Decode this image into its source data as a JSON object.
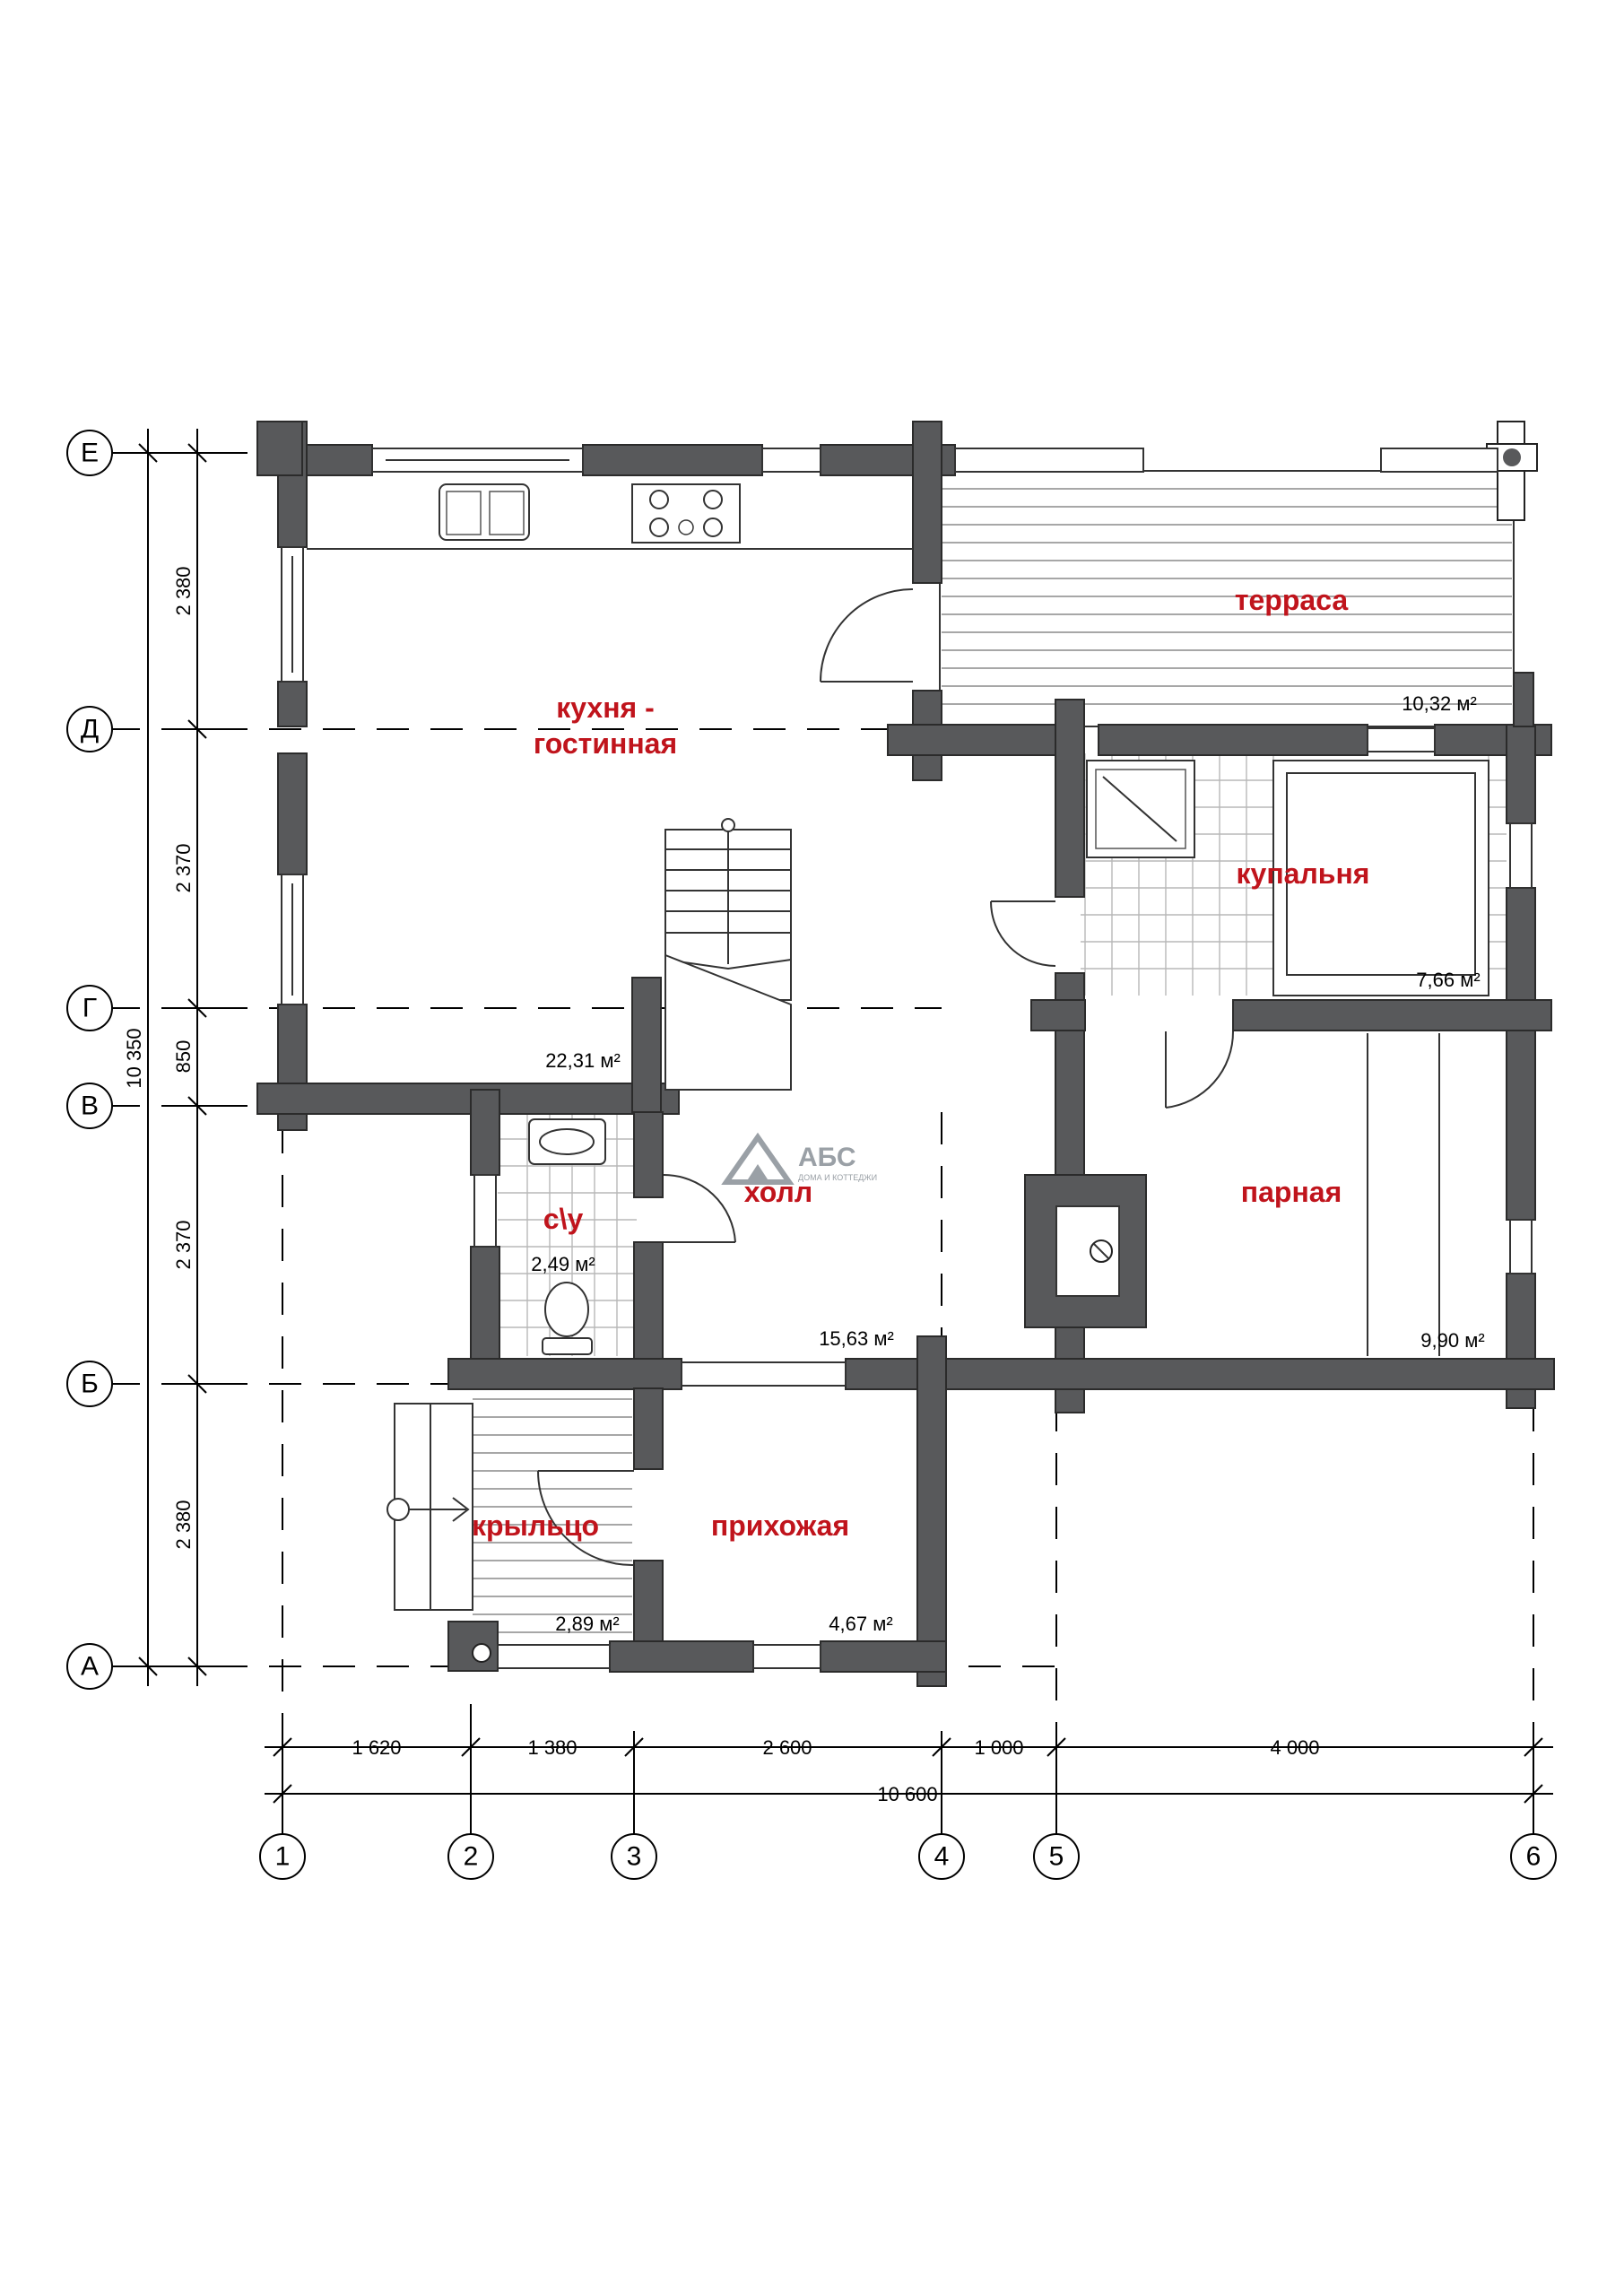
{
  "rooms": {
    "kitchen_line1": "кухня -",
    "kitchen_line2": "гостинная",
    "kitchen_area": "22,31 м²",
    "terrace": "терраса",
    "terrace_area": "10,32 м²",
    "bathing": "купальня",
    "bathing_area": "7,66 м²",
    "steam": "парная",
    "steam_area": "9,90 м²",
    "hall": "холл",
    "hall_area": "15,63 м²",
    "wc": "с\\у",
    "wc_area": "2,49 м²",
    "porch": "крыльцо",
    "porch_area": "2,89 м²",
    "entry": "прихожая",
    "entry_area": "4,67 м²"
  },
  "axes": {
    "rows": [
      "Е",
      "Д",
      "Г",
      "В",
      "Б",
      "А"
    ],
    "cols": [
      "1",
      "2",
      "3",
      "4",
      "5",
      "6"
    ]
  },
  "dimensions": {
    "vertical": [
      "2 380",
      "2 370",
      "850",
      "2 370",
      "2 380"
    ],
    "vertical_total": "10 350",
    "horizontal": [
      "1 620",
      "1 380",
      "2 600",
      "1 000",
      "4 000"
    ],
    "horizontal_total": "10 600"
  },
  "logo": {
    "name": "АБС",
    "tagline": "ДОМА И КОТТЕДЖИ"
  }
}
